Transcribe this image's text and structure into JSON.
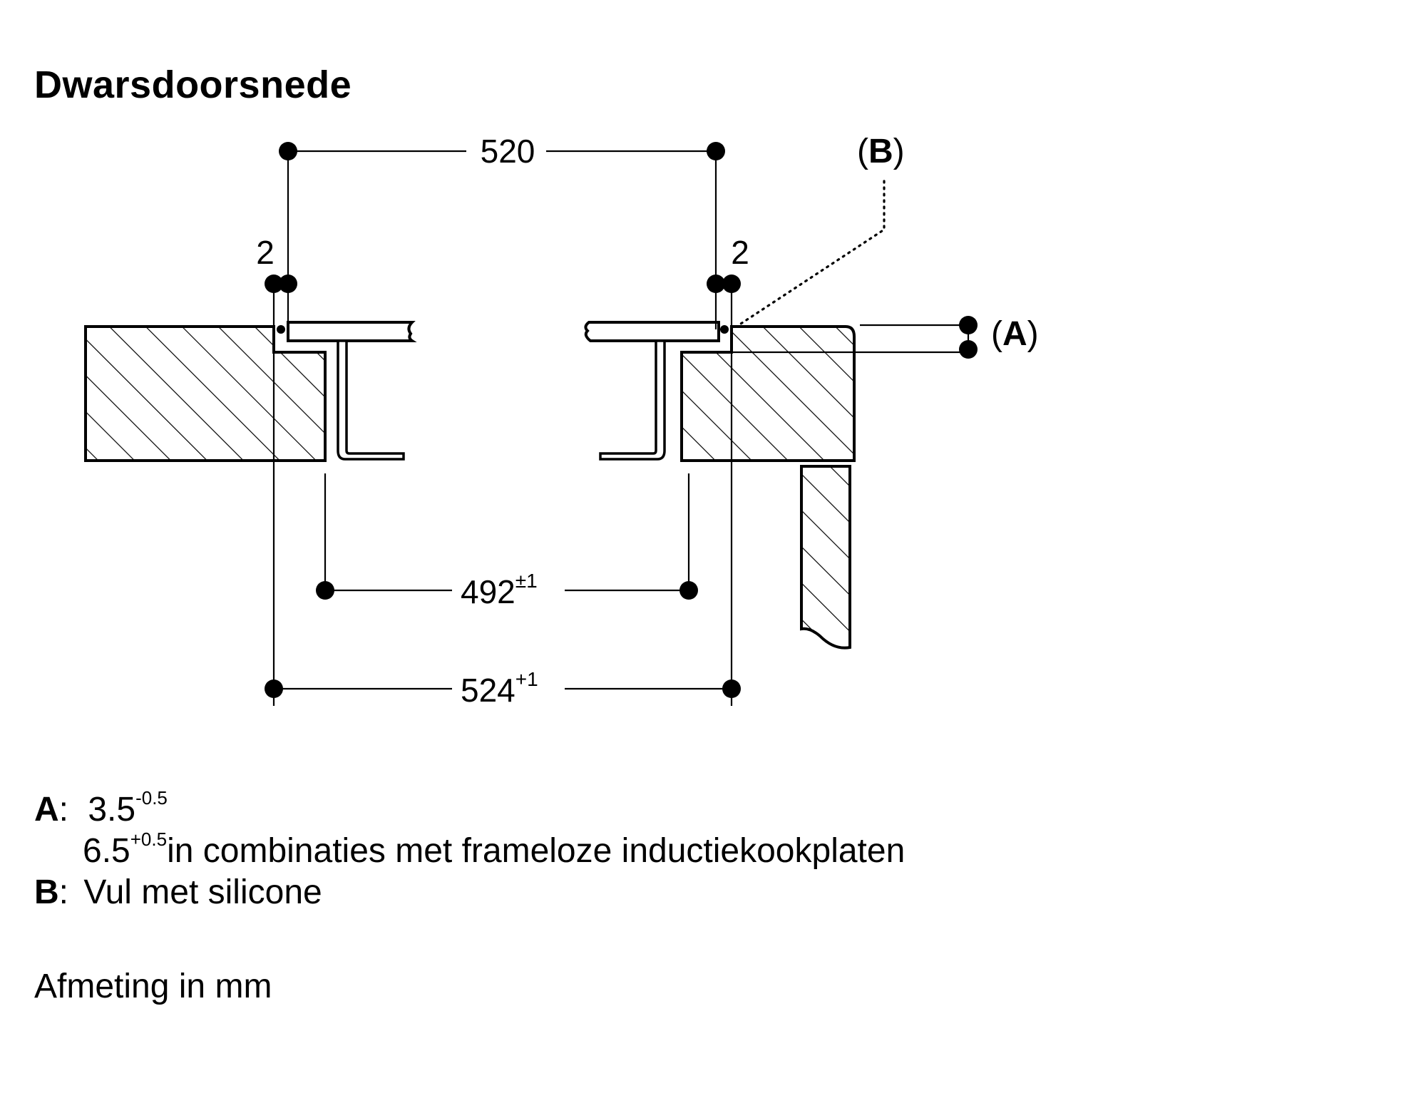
{
  "title": "Dwarsdoorsnede",
  "dimensions": {
    "top_width": "520",
    "gap_left": "2",
    "gap_right": "2",
    "inner_width": "492",
    "inner_tolerance": "±1",
    "outer_width": "524",
    "outer_tolerance": "+1"
  },
  "callouts": {
    "A_open": "(",
    "A_letter": "A",
    "A_close": ")",
    "B_open": "(",
    "B_letter": "B",
    "B_close": ")"
  },
  "legend": {
    "a_key": "A",
    "a_colon": ":",
    "a_value": "3.5",
    "a_value_sup": "-0.5",
    "a_alt_value": "6.5",
    "a_alt_sup": "+0.5",
    "a_alt_text": "in combinaties met frameloze inductiekookplaten",
    "b_key": "B",
    "b_colon": ":",
    "b_text": "Vul met silicone"
  },
  "note": "Afmeting in mm"
}
